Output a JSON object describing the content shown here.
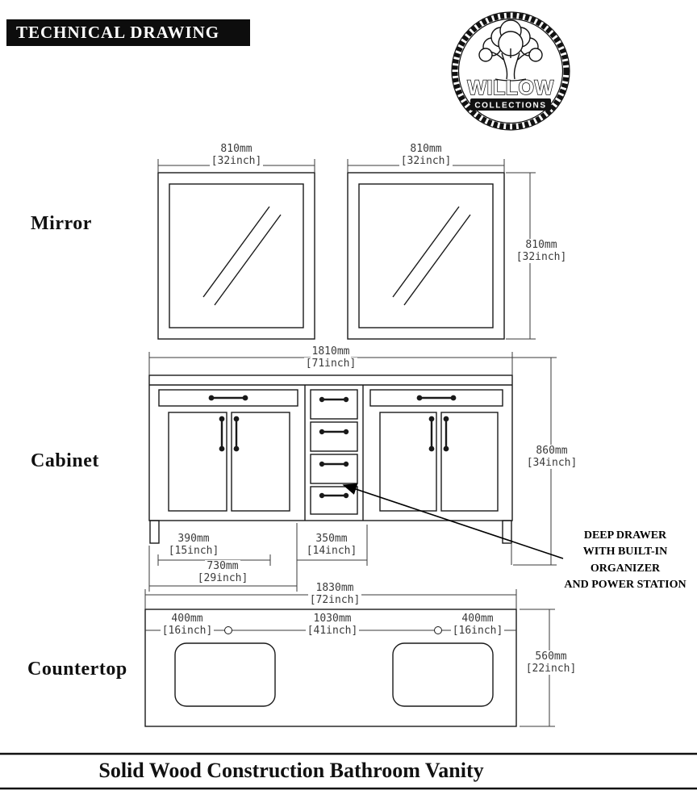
{
  "header": {
    "title": "TECHNICAL DRAWING"
  },
  "logo": {
    "brand": "WILLOW",
    "subtitle": "COLLECTIONS"
  },
  "sections": [
    {
      "label": "Mirror"
    },
    {
      "label": "Cabinet"
    },
    {
      "label": "Countertop"
    }
  ],
  "mirror": {
    "left_width": {
      "mm": "810mm",
      "inch": "[32inch]"
    },
    "right_width": {
      "mm": "810mm",
      "inch": "[32inch]"
    },
    "height": {
      "mm": "810mm",
      "inch": "[32inch]"
    }
  },
  "cabinet": {
    "width": {
      "mm": "1810mm",
      "inch": "[71inch]"
    },
    "height": {
      "mm": "860mm",
      "inch": "[34inch]"
    },
    "left_section_width": {
      "mm": "390mm",
      "inch": "[15inch]"
    },
    "middle_section_width": {
      "mm": "350mm",
      "inch": "[14inch]"
    },
    "left_total_width": {
      "mm": "730mm",
      "inch": "[29inch]"
    },
    "callout": "DEEP DRAWER\nWITH BUILT-IN\nORGANIZER\nAND POWER STATION"
  },
  "countertop": {
    "width": {
      "mm": "1830mm",
      "inch": "[72inch]"
    },
    "left_offset": {
      "mm": "400mm",
      "inch": "[16inch]"
    },
    "center_span": {
      "mm": "1030mm",
      "inch": "[41inch]"
    },
    "right_offset": {
      "mm": "400mm",
      "inch": "[16inch]"
    },
    "depth": {
      "mm": "560mm",
      "inch": "[22inch]"
    }
  },
  "footer": {
    "caption": "Solid Wood Construction Bathroom Vanity"
  }
}
